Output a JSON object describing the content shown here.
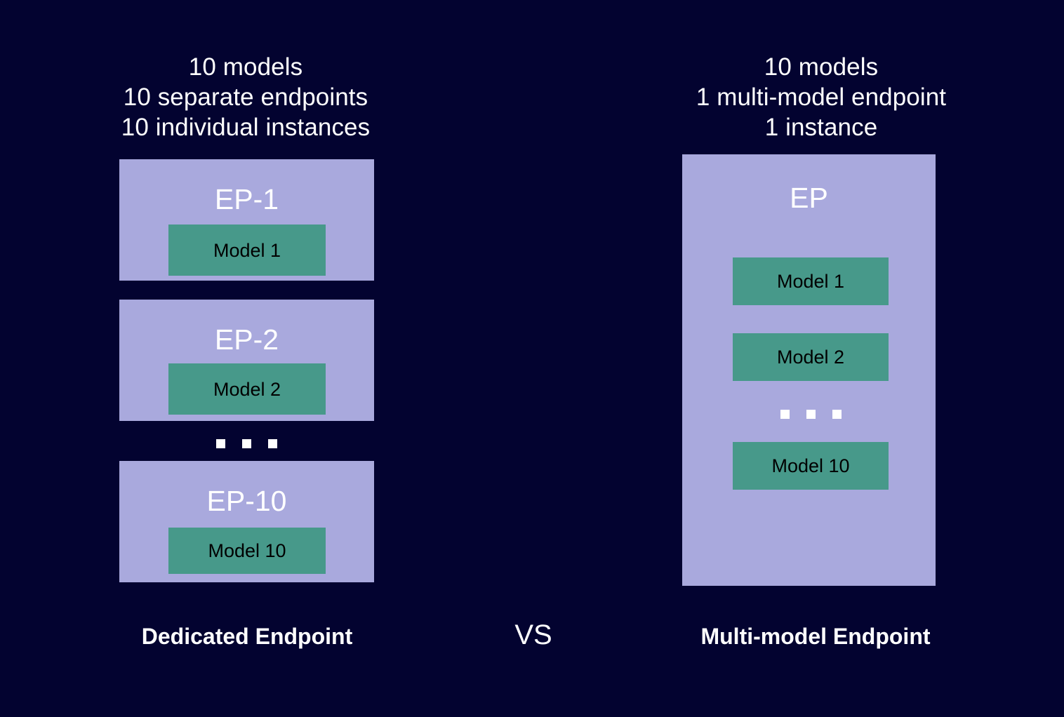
{
  "background_color": "#030330",
  "panel_color": "#A9A9DD",
  "model_color": "#47998A",
  "text_color": "#FFFFFF",
  "model_text_color": "#000000",
  "left": {
    "header": {
      "line1": "10 models",
      "line2": "10 separate endpoints",
      "line3": "10 individual instances"
    },
    "endpoints": [
      {
        "title": "EP-1",
        "model": "Model 1"
      },
      {
        "title": "EP-2",
        "model": "Model 2"
      },
      {
        "title": "EP-10",
        "model": "Model 10"
      }
    ],
    "ellipsis": "...",
    "caption": "Dedicated Endpoint"
  },
  "right": {
    "header": {
      "line1": "10 models",
      "line2": "1 multi-model endpoint",
      "line3": "1 instance"
    },
    "endpoint": {
      "title": "EP",
      "models": [
        "Model 1",
        "Model 2",
        "Model 10"
      ],
      "ellipsis": "..."
    },
    "caption": "Multi-model Endpoint"
  },
  "separator": {
    "label": "VS"
  }
}
